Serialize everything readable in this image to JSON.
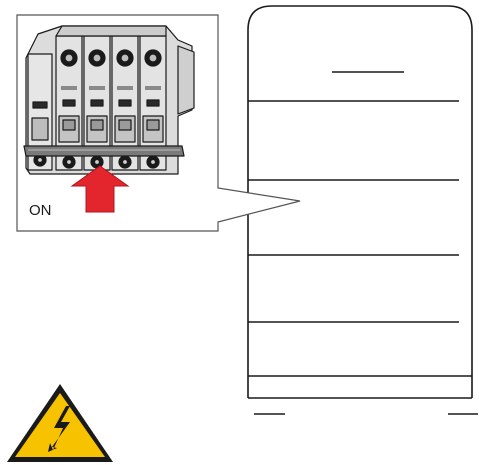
{
  "callout": {
    "switch_state_label": "ON",
    "action": "switch-on",
    "arrow_color": "#e3262d",
    "breaker": {
      "poles": 4,
      "toggle_position": "up"
    }
  },
  "warning_sign": {
    "icon": "high-voltage-warning-icon",
    "fill_color": "#f7c200",
    "border_color": "#1a1a1a",
    "symbol": "lightning-bolt"
  },
  "cabinet": {
    "icon": "device-cabinet-outline",
    "shelf_lines": 5
  }
}
